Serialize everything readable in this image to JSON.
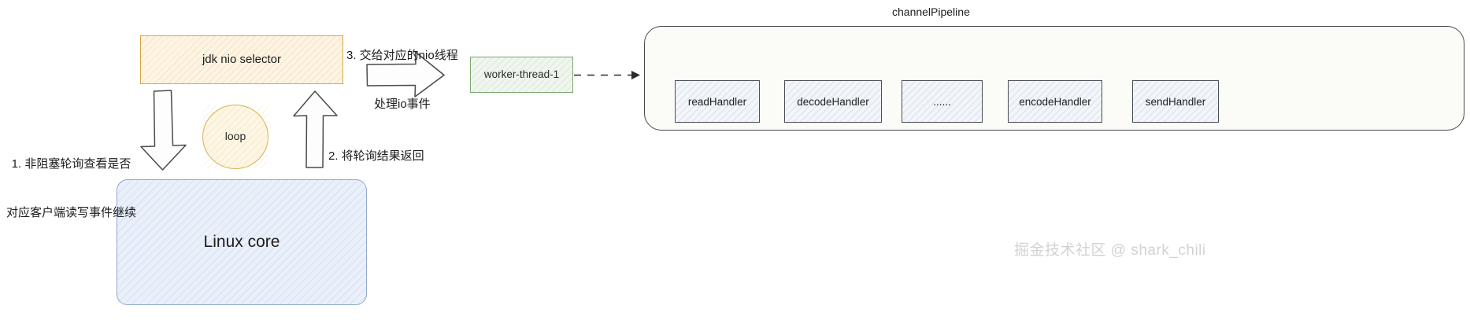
{
  "diagram": {
    "title": "Netty NIO selector / channelPipeline flow",
    "nodes": {
      "selector": {
        "label": "jdk nio selector",
        "fill": "#fdf4e3",
        "stroke": "#d6a93e"
      },
      "linux_core": {
        "label": "Linux core",
        "fill": "#eaf0f9",
        "stroke": "#8fa8ce"
      },
      "loop": {
        "label": "loop",
        "fill": "#fdf6e4",
        "stroke": "#d6b256"
      },
      "worker_thread": {
        "label": "worker-thread-1",
        "fill": "#f0f6ef",
        "stroke": "#7aa86f"
      }
    },
    "pipeline": {
      "label": "channelPipeline",
      "stroke": "#444a4f",
      "fill": "#fbfbf7",
      "handlers": [
        {
          "label": "readHandler"
        },
        {
          "label": "decodeHandler"
        },
        {
          "label": "......"
        },
        {
          "label": "encodeHandler"
        },
        {
          "label": "sendHandler"
        }
      ]
    },
    "annotations": {
      "step1_line1": "1. 非阻塞轮询查看是否",
      "step1_line2": "对应客户端读写事件继续",
      "step2": "2. 将轮询结果返回",
      "step3_line1": "3. 交给对应的nio线程",
      "step3_line2": "处理io事件"
    },
    "watermark": "掘金技术社区 @ shark_chili"
  }
}
